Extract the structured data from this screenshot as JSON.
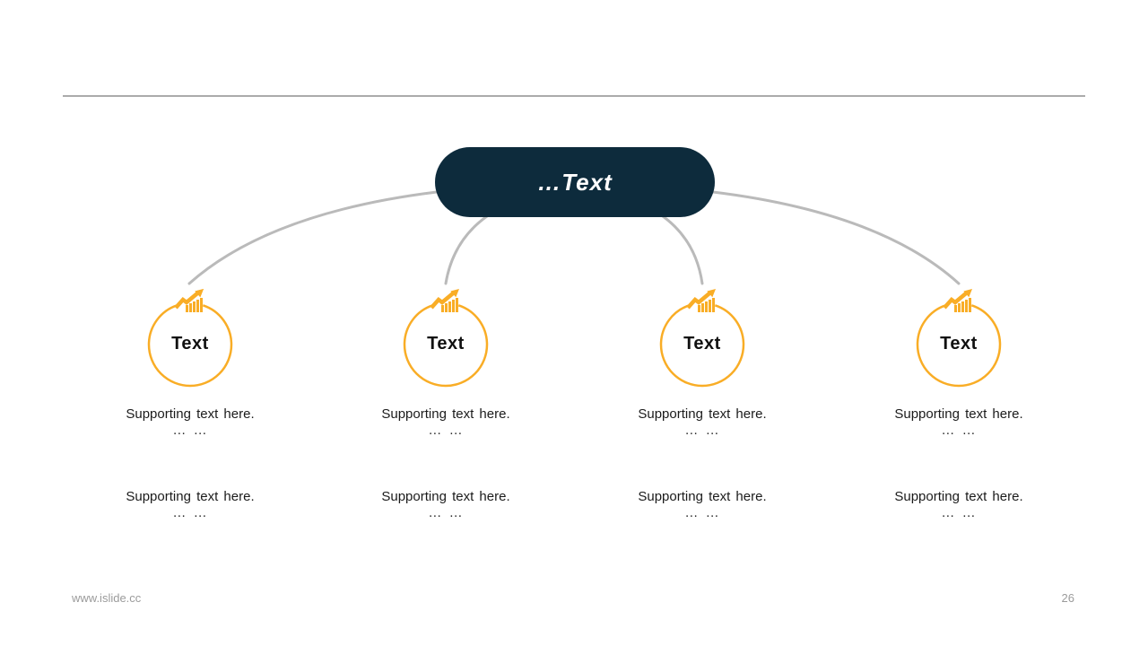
{
  "colors": {
    "root_pill_bg": "#0d2b3c",
    "accent_orange": "#f9ad26",
    "connector_gray": "#bababa",
    "divider_gray": "#ababab",
    "footer_gray": "#9b9b9b"
  },
  "root_node": {
    "label": "…Text"
  },
  "nodes": [
    {
      "label": "Text",
      "icon": "growth-chart",
      "block1": {
        "line1": "Supporting text here.",
        "line2": "… …"
      },
      "block2": {
        "line1": "Supporting text here.",
        "line2": "… …"
      }
    },
    {
      "label": "Text",
      "icon": "growth-chart",
      "block1": {
        "line1": "Supporting text here.",
        "line2": "… …"
      },
      "block2": {
        "line1": "Supporting text here.",
        "line2": "… …"
      }
    },
    {
      "label": "Text",
      "icon": "growth-chart",
      "block1": {
        "line1": "Supporting text here.",
        "line2": "… …"
      },
      "block2": {
        "line1": "Supporting text here.",
        "line2": "… …"
      }
    },
    {
      "label": "Text",
      "icon": "growth-chart",
      "block1": {
        "line1": "Supporting text here.",
        "line2": "… …"
      },
      "block2": {
        "line1": "Supporting text here.",
        "line2": "… …"
      }
    }
  ],
  "footer": {
    "url": "www.islide.cc",
    "page_number": "26"
  }
}
